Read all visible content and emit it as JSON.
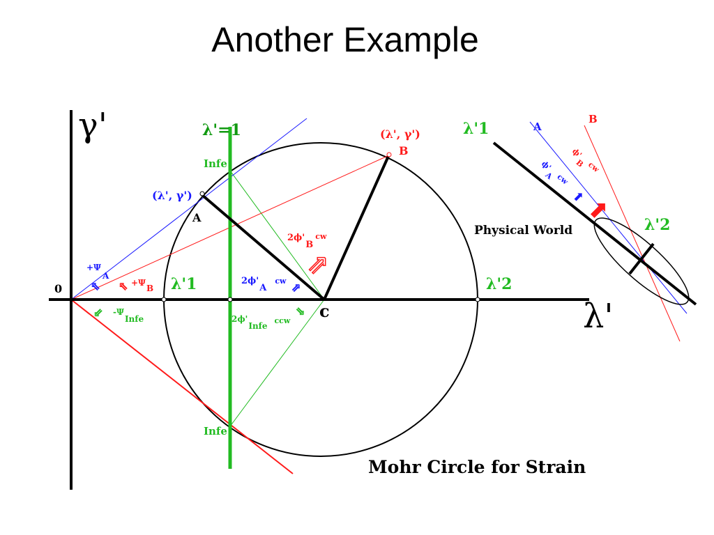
{
  "slide": {
    "title": "Another Example"
  },
  "axes": {
    "gamma_label": "γ'",
    "lambda_label": "λ'",
    "origin_label": "0"
  },
  "lambda_one_line": {
    "label": "λ'=1"
  },
  "points": {
    "lambda1": "λ'1",
    "lambda2": "λ'2",
    "center": "c",
    "pA_coord": "(λ', γ')",
    "pA": "A",
    "pB_coord": "(λ', γ')",
    "pB": "B",
    "infe_top": "Infe",
    "infe_bottom": "Infe"
  },
  "angles": {
    "plus_psi_a": "+Ψ",
    "plus_psi_a_sub": "A",
    "plus_psi_b": "+Ψ",
    "plus_psi_b_sub": "B",
    "minus_psi_infe": "-Ψ",
    "minus_psi_infe_sub": "Infe",
    "two_phi_a": "2ϕ'",
    "two_phi_a_sub": "A",
    "two_phi_a_dir": "cw",
    "two_phi_b": "2ϕ'",
    "two_phi_b_sub": "B",
    "two_phi_b_dir": "cw",
    "two_phi_infe": "2ϕ'",
    "two_phi_infe_sub": "Infe",
    "two_phi_infe_dir": "ccw"
  },
  "physical_world": {
    "label": "Physical World",
    "lambda1": "λ'1",
    "lambda2": "λ'2",
    "line_a": "A",
    "line_b": "B",
    "phi_a": "ϕ'",
    "phi_a_sub": "A",
    "phi_a_dir": "cw",
    "phi_b": "ϕ'",
    "phi_b_sub": "B",
    "phi_b_dir": "cw"
  },
  "caption": "Mohr Circle for Strain",
  "colors": {
    "black": "#000000",
    "blue": "#1a1aff",
    "red": "#ff1a1a",
    "green": "#22bb22",
    "darkgreen": "#119911"
  }
}
